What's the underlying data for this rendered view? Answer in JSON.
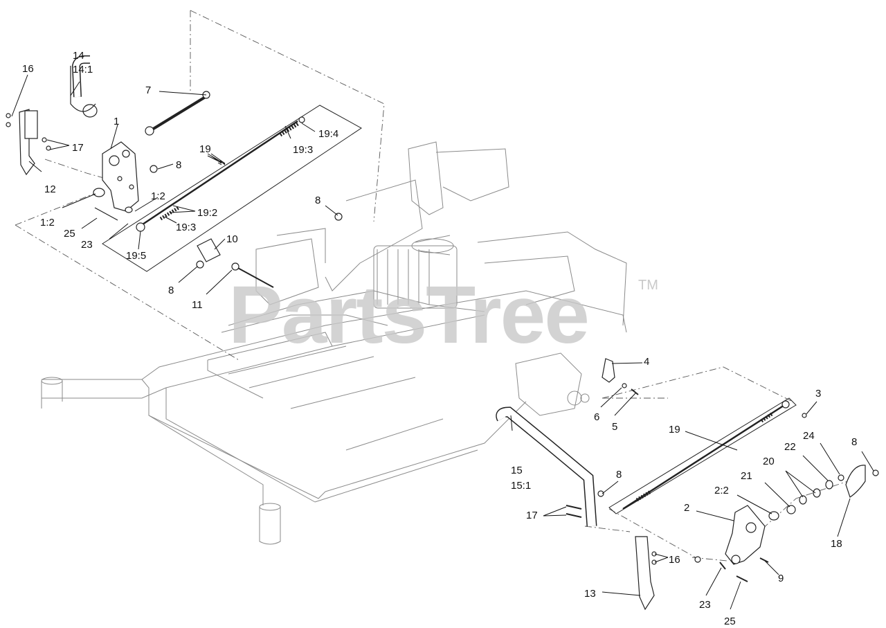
{
  "watermark": {
    "text": "PartsTree",
    "tm": "TM"
  },
  "callouts": [
    {
      "id": "c14",
      "text": "14"
    },
    {
      "id": "c14_1",
      "text": "14:1"
    },
    {
      "id": "c16a",
      "text": "16"
    },
    {
      "id": "c7",
      "text": "7"
    },
    {
      "id": "c1",
      "text": "1"
    },
    {
      "id": "c17a",
      "text": "17"
    },
    {
      "id": "c8a",
      "text": "8"
    },
    {
      "id": "c19a",
      "text": "19"
    },
    {
      "id": "c19_4",
      "text": "19:4"
    },
    {
      "id": "c19_3a",
      "text": "19:3"
    },
    {
      "id": "c12",
      "text": "12"
    },
    {
      "id": "c1_2a",
      "text": "1:2"
    },
    {
      "id": "c19_2",
      "text": "19:2"
    },
    {
      "id": "c1_2b",
      "text": "1:2"
    },
    {
      "id": "c25a",
      "text": "25"
    },
    {
      "id": "c19_3b",
      "text": "19:3"
    },
    {
      "id": "c23a",
      "text": "23"
    },
    {
      "id": "c8b",
      "text": "8"
    },
    {
      "id": "c10",
      "text": "10"
    },
    {
      "id": "c19_5",
      "text": "19:5"
    },
    {
      "id": "c8c",
      "text": "8"
    },
    {
      "id": "c11",
      "text": "11"
    },
    {
      "id": "c4",
      "text": "4"
    },
    {
      "id": "c3",
      "text": "3"
    },
    {
      "id": "c6",
      "text": "6"
    },
    {
      "id": "c5",
      "text": "5"
    },
    {
      "id": "c19b",
      "text": "19"
    },
    {
      "id": "c24",
      "text": "24"
    },
    {
      "id": "c8d",
      "text": "8"
    },
    {
      "id": "c22",
      "text": "22"
    },
    {
      "id": "c20",
      "text": "20"
    },
    {
      "id": "c15",
      "text": "15"
    },
    {
      "id": "c15_1",
      "text": "15:1"
    },
    {
      "id": "c8e",
      "text": "8"
    },
    {
      "id": "c21",
      "text": "21"
    },
    {
      "id": "c2_2",
      "text": "2:2"
    },
    {
      "id": "c2",
      "text": "2"
    },
    {
      "id": "c17b",
      "text": "17"
    },
    {
      "id": "c18",
      "text": "18"
    },
    {
      "id": "c16b",
      "text": "16"
    },
    {
      "id": "c9",
      "text": "9"
    },
    {
      "id": "c13",
      "text": "13"
    },
    {
      "id": "c23b",
      "text": "23"
    },
    {
      "id": "c25b",
      "text": "25"
    }
  ]
}
